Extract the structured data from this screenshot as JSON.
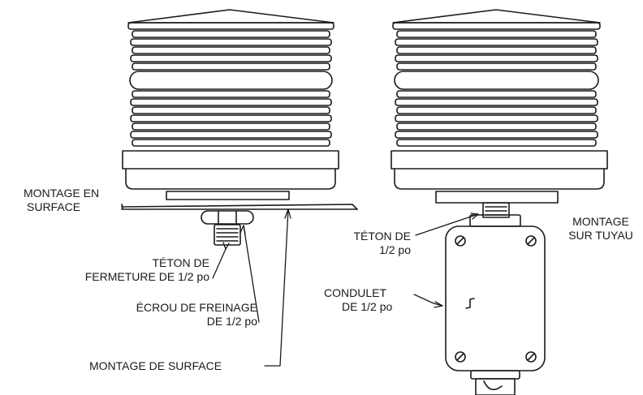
{
  "labels": {
    "surface_mount": [
      "MONTAGE EN",
      "SURFACE"
    ],
    "nipple_left": [
      "TÉTON DE",
      "FERMETURE DE 1/2 po"
    ],
    "locknut": [
      "ÉCROU DE FREINAGE",
      "DE 1/2 po"
    ],
    "surface_mount_bottom": "MONTAGE DE SURFACE",
    "nipple_right": [
      "TÉTON DE",
      "1/2 po"
    ],
    "pipe_mount": [
      "MONTAGE",
      "SUR TUYAU"
    ],
    "condulet": [
      "CONDULET",
      "DE 1/2 po"
    ]
  }
}
